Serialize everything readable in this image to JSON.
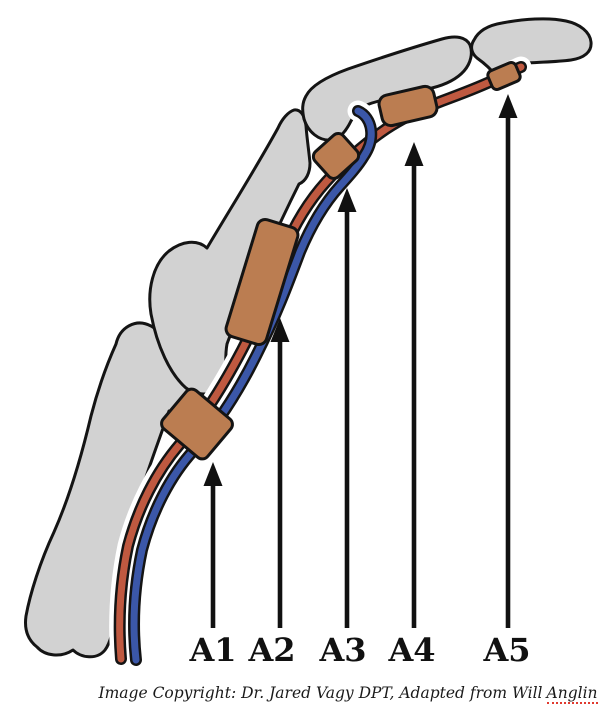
{
  "figure": {
    "labels": [
      {
        "id": "a1",
        "text": "A1"
      },
      {
        "id": "a2",
        "text": "A2"
      },
      {
        "id": "a3",
        "text": "A3"
      },
      {
        "id": "a4",
        "text": "A4"
      },
      {
        "id": "a5",
        "text": "A5"
      }
    ],
    "caption": {
      "text": "Image Copyright: Dr. Jared Vagy DPT, Adapted from Will",
      "flagged_word": "Anglin"
    },
    "colors": {
      "background": "#ffffff",
      "bone_gray": "#d2d2d2",
      "outline_black": "#141414",
      "pulley_brown": "#bb7d51",
      "tendon_red": "#bf5940",
      "tendon_blue": "#3b57a8",
      "sheath_white": "#ffffff",
      "arrow_black": "#111111",
      "label_black": "#111111",
      "misspell_red": "#e03a2f"
    }
  }
}
